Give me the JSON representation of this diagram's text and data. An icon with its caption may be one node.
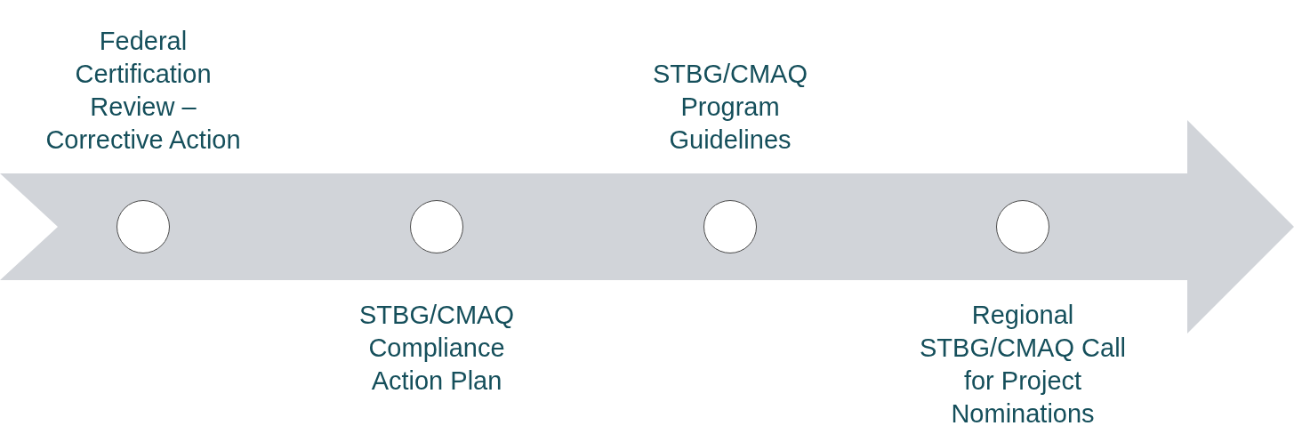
{
  "diagram": {
    "nodes": [
      {
        "text": [],
        "shape": "arrow"
      },
      {
        "text": [],
        "shape": "circle",
        "in": 0,
        "beside": [
          "Federal Certification Review – Corrective Action"
        ]
      },
      {
        "text": [],
        "shape": "circle",
        "in": 0,
        "beside": [
          "STBG/CMAQ Compliance Action Plan"
        ]
      },
      {
        "text": [],
        "shape": "circle",
        "in": 0,
        "beside": [
          "STBG/CMAQ Program Guidelines"
        ]
      },
      {
        "text": [],
        "shape": "circle",
        "in": 0,
        "beside": [
          "Regional STBG/CMAQ Call for Project Nominations"
        ]
      }
    ]
  }
}
